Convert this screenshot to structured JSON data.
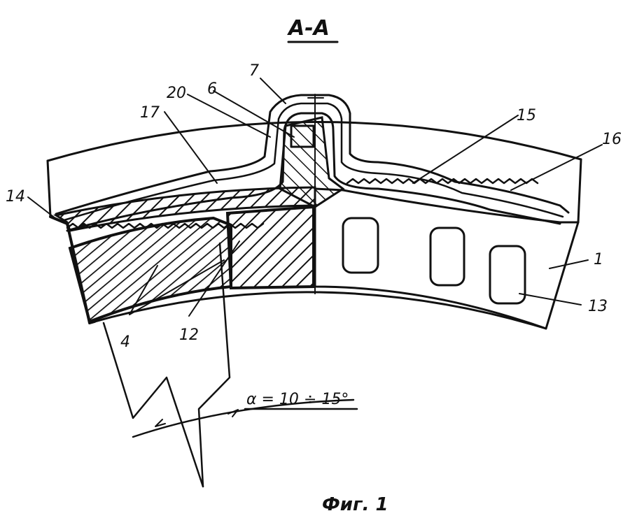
{
  "title": "А-А",
  "caption": "Фиг. 1",
  "angle_note": "α = 10 ÷ 15°",
  "labels": {
    "l1": "1",
    "l4": "4",
    "l6": "6",
    "l7": "7",
    "l12": "12",
    "l13": "13",
    "l14": "14",
    "l15": "15",
    "l16": "16",
    "l17": "17",
    "l20": "20"
  },
  "colors": {
    "ink": "#111111",
    "paper": "#ffffff"
  }
}
